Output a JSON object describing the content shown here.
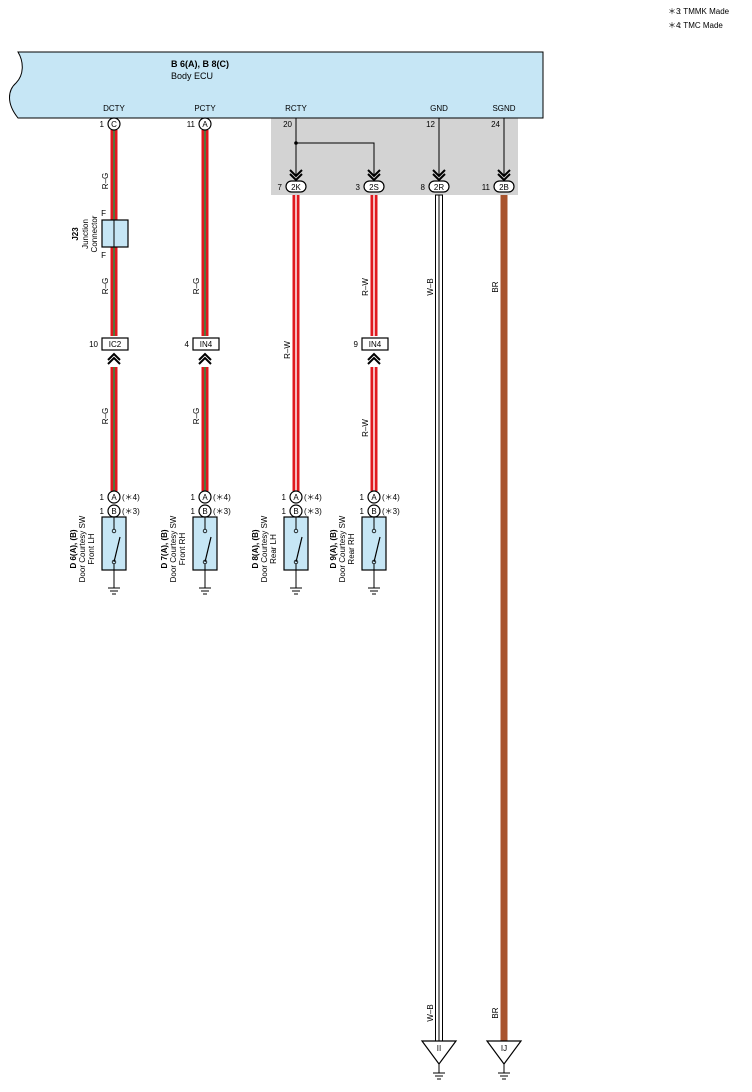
{
  "notes": [
    {
      "mark": "＊3",
      "text": ": TMMK Made"
    },
    {
      "mark": "＊4",
      "text": ": TMC Made"
    }
  ],
  "ecu": {
    "code": "B 6(A), B 8(C)",
    "name": "Body ECU",
    "terminals": [
      {
        "label": "DCTY",
        "pin": "1",
        "conn": "C"
      },
      {
        "label": "PCTY",
        "pin": "11",
        "conn": "A"
      },
      {
        "label": "RCTY",
        "pin": "20",
        "conn": ""
      },
      {
        "label": "GND",
        "pin": "12",
        "conn": ""
      },
      {
        "label": "SGND",
        "pin": "24",
        "conn": ""
      }
    ]
  },
  "inline_connectors": [
    {
      "pin": "7",
      "id": "2K"
    },
    {
      "pin": "3",
      "id": "2S"
    },
    {
      "pin": "8",
      "id": "2R"
    },
    {
      "pin": "11",
      "id": "2B"
    }
  ],
  "junction": {
    "code": "J23",
    "name1": "Junction",
    "name2": "Connector",
    "pin_top": "F",
    "pin_bottom": "F"
  },
  "mid_connectors": [
    {
      "pin": "10",
      "id": "IC2"
    },
    {
      "pin": "4",
      "id": "IN4"
    },
    {
      "pin": "9",
      "id": "IN4"
    }
  ],
  "wire_colors": {
    "dcty_upper": "R–G",
    "dcty_mid": "R–G",
    "dcty_lower": "R–G",
    "pcty_mid": "R–G",
    "pcty_lower": "R–G",
    "rcty_front": "R–W",
    "rcty_rear_upper": "R–W",
    "rcty_rear_lower": "R–W",
    "gnd_upper": "W–B",
    "gnd_lower": "W–B",
    "sgnd_upper": "BR",
    "sgnd_lower": "BR"
  },
  "switches": [
    {
      "code": "D 6(A), (B)",
      "name": "Door Courtesy SW",
      "pos": "Front LH",
      "pinA": "1",
      "connA": "A",
      "noteA": "(＊4)",
      "pinB": "1",
      "connB": "B",
      "noteB": "(＊3)"
    },
    {
      "code": "D 7(A), (B)",
      "name": "Door Courtesy SW",
      "pos": "Front RH",
      "pinA": "1",
      "connA": "A",
      "noteA": "(＊4)",
      "pinB": "1",
      "connB": "B",
      "noteB": "(＊3)"
    },
    {
      "code": "D 8(A), (B)",
      "name": "Door Courtesy SW",
      "pos": "Rear LH",
      "pinA": "1",
      "connA": "A",
      "noteA": "(＊4)",
      "pinB": "1",
      "connB": "B",
      "noteB": "(＊3)"
    },
    {
      "code": "D 9(A), (B)",
      "name": "Door Courtesy SW",
      "pos": "Rear RH",
      "pinA": "1",
      "connA": "A",
      "noteA": "(＊4)",
      "pinB": "1",
      "connB": "B",
      "noteB": "(＊3)"
    }
  ],
  "grounds": [
    {
      "id": "II"
    },
    {
      "id": "IJ"
    }
  ],
  "colors": {
    "ecu_fill": "#c6e6f5",
    "switch_fill": "#c6e6f5",
    "inline_box": "#d3d3d3",
    "red": "#e0191f",
    "green": "#1e9a4a",
    "white": "#ffffff",
    "black": "#000000",
    "brown": "#a8532d"
  }
}
